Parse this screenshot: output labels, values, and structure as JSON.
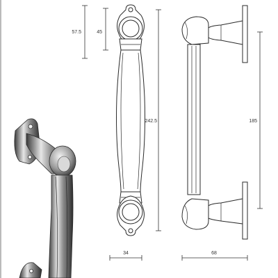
{
  "dimensions": {
    "hole_spacing_top": "57.5",
    "boss_height": "45",
    "overall_length": "242.5",
    "hole_center_distance": "185",
    "grip_width": "34",
    "projection": "68"
  },
  "colors": {
    "line": "#2a2a2a",
    "dimension": "#333333",
    "metal_dark": "#3a3a3a",
    "metal_mid": "#8a8a8a",
    "metal_light": "#e6e6e6"
  }
}
